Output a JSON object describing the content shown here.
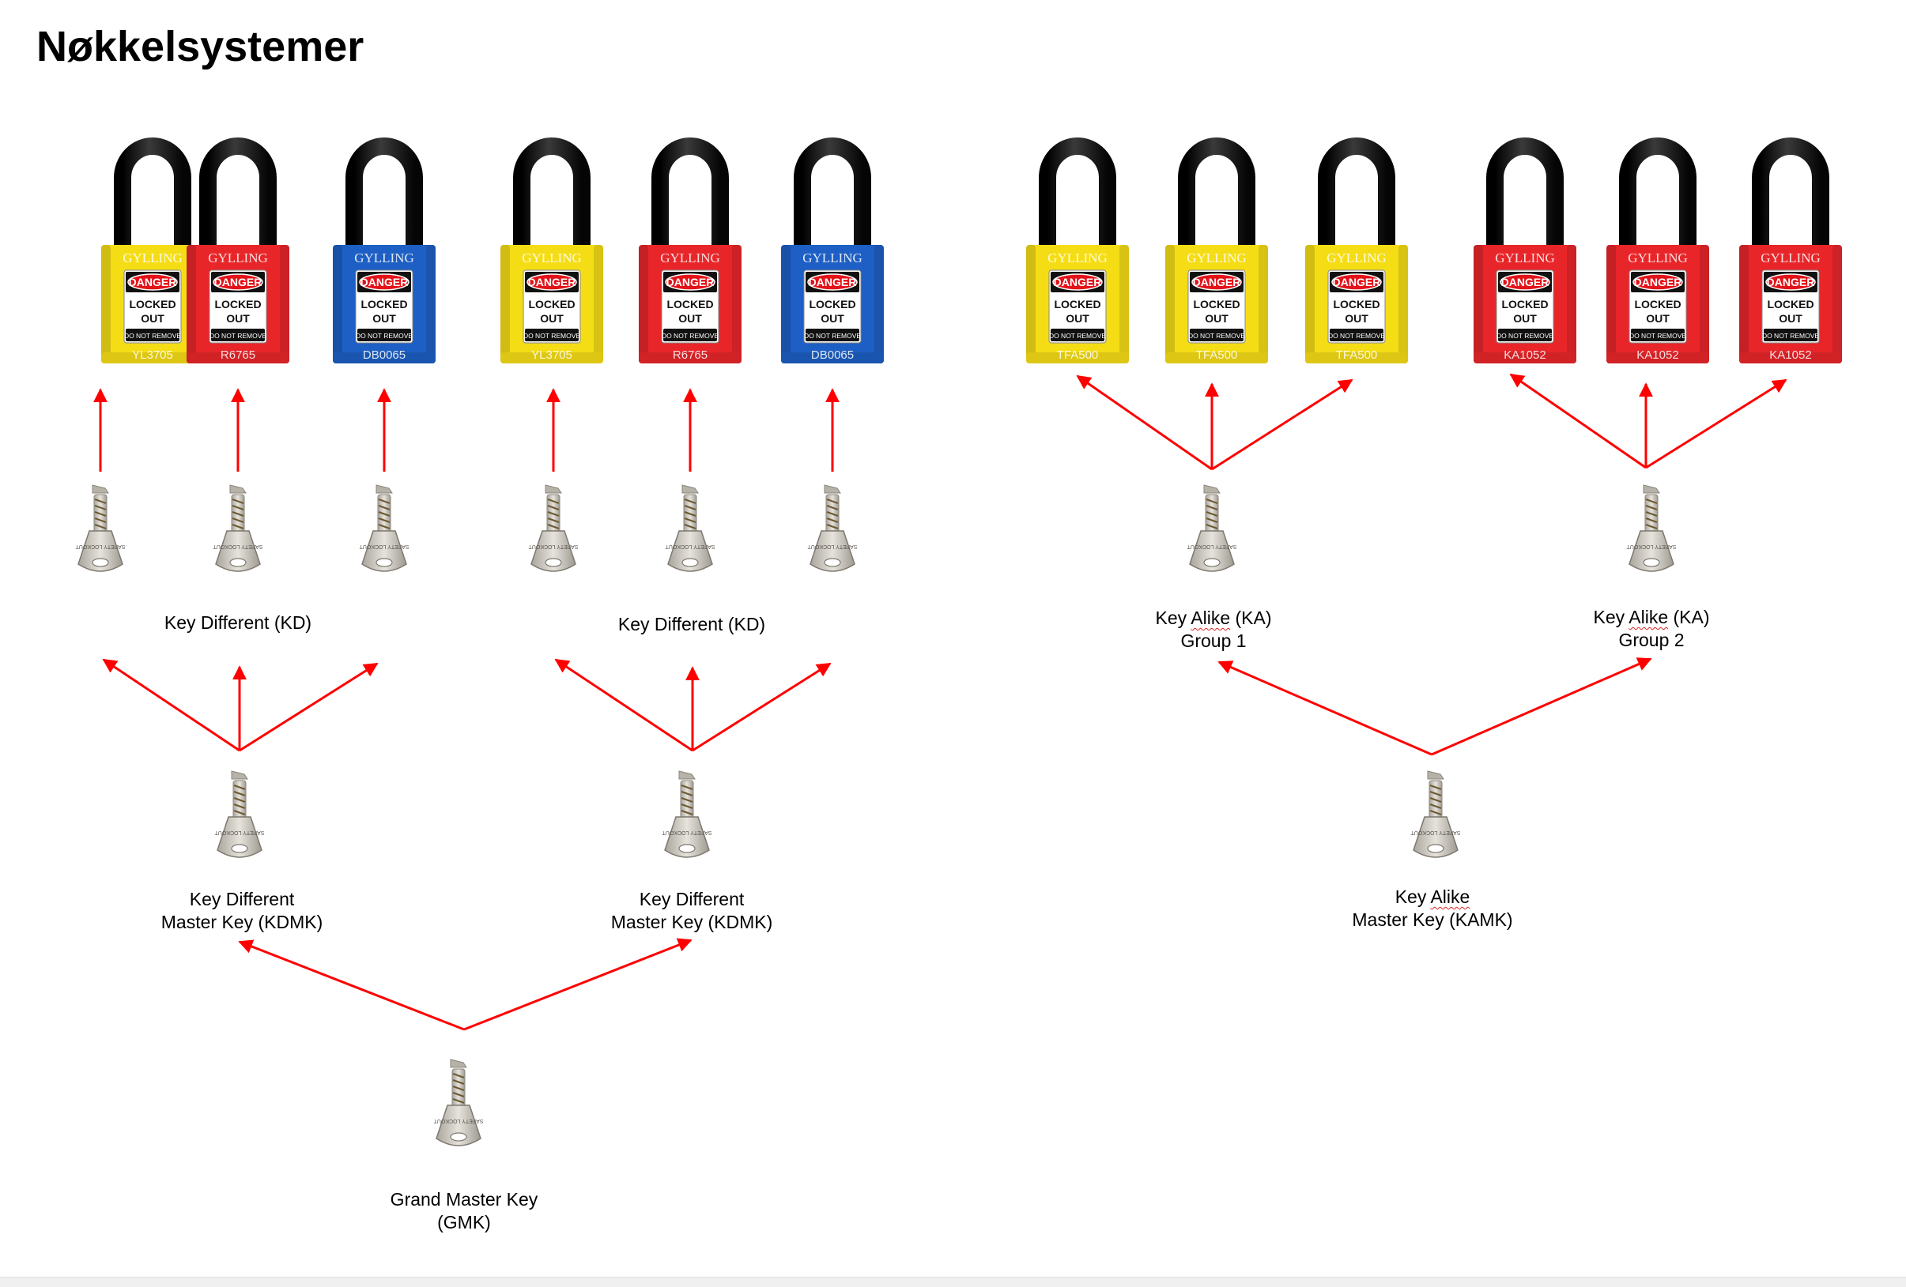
{
  "title": "Nøkkelsystemer",
  "colors": {
    "arrow": "#ff0000",
    "yellow": "#f5dd16",
    "red": "#e8262a",
    "blue": "#1d5fc4",
    "shackle": "#1d1d1d",
    "key": "#c9c5bd"
  },
  "tag_text": {
    "danger": "DANGER",
    "locked": "LOCKED",
    "out": "OUT",
    "do_not_remove": "DO NOT REMOVE",
    "brand": "GYLLING"
  },
  "padlocks": [
    {
      "color": "yellow",
      "code": "YL3705"
    },
    {
      "color": "red",
      "code": "R6765"
    },
    {
      "color": "blue",
      "code": "DB0065"
    },
    {
      "color": "yellow",
      "code": "YL3705"
    },
    {
      "color": "red",
      "code": "R6765"
    },
    {
      "color": "blue",
      "code": "DB0065"
    },
    {
      "color": "yellow",
      "code": "TFA500"
    },
    {
      "color": "yellow",
      "code": "TFA500"
    },
    {
      "color": "yellow",
      "code": "TFA500"
    },
    {
      "color": "red",
      "code": "KA1052"
    },
    {
      "color": "red",
      "code": "KA1052"
    },
    {
      "color": "red",
      "code": "KA1052"
    }
  ],
  "labels": {
    "kd_1": "Key Different (KD)",
    "kd_2": "Key Different (KD)",
    "ka_group1_line1_word1": "Key",
    "ka_group1_line1_word2": "Alike",
    "ka_group1_line1_word3": "(KA)",
    "ka_group1_line2": "Group 1",
    "ka_group2_line1_word1": "Key",
    "ka_group2_line1_word2": "Alike",
    "ka_group2_line1_word3": "(KA)",
    "ka_group2_line2": "Group 2",
    "kdmk_1_line1": "Key Different",
    "kdmk_1_line2": "Master Key (KDMK)",
    "kdmk_2_line1": "Key Different",
    "kdmk_2_line2": "Master Key (KDMK)",
    "kamk_line1_word1": "Key",
    "kamk_line1_word2": "Alike",
    "kamk_line2": "Master Key (KAMK)",
    "gmk_line1": "Grand Master Key",
    "gmk_line2": "(GMK)"
  },
  "key_stamp": "SAFETY LOCKOUT"
}
